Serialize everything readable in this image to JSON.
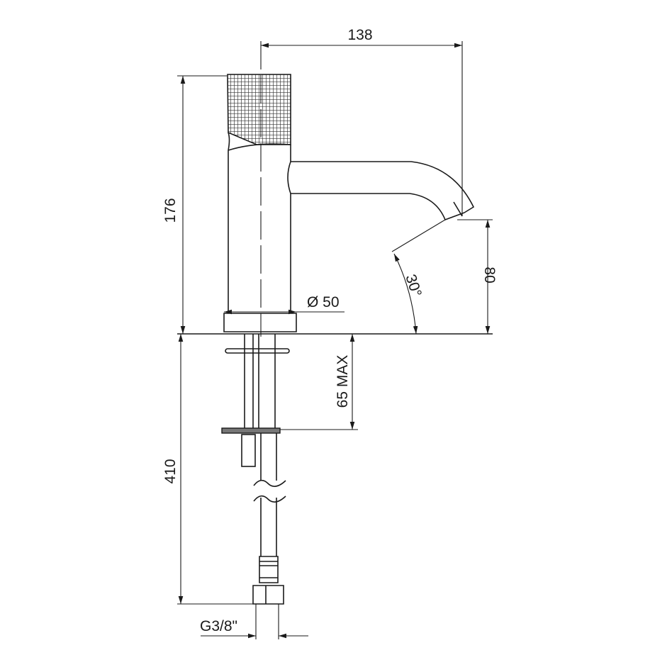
{
  "drawing": {
    "dimensions": {
      "spout_reach": "138",
      "total_height": "176",
      "base_diameter": "Ø 50",
      "spout_height": "80",
      "spout_angle": "30°",
      "max_deck_thickness": "65 MAX",
      "hose_length": "410",
      "connection_thread": "G3/8\""
    },
    "colors": {
      "line": "#1a1a1a",
      "background": "#ffffff"
    }
  }
}
